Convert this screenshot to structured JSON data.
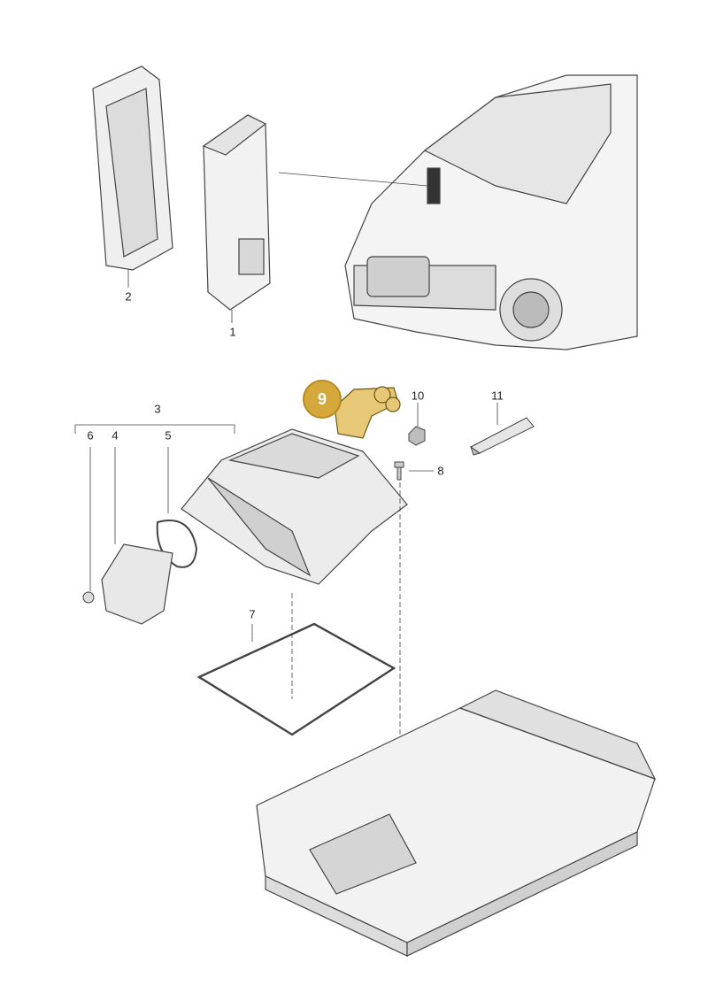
{
  "callouts": {
    "c1": "1",
    "c2": "2",
    "c3": "3",
    "c4": "4",
    "c5": "5",
    "c6": "6",
    "c7": "7",
    "c8": "8",
    "c10": "10",
    "c11": "11"
  },
  "highlight": {
    "label": "9",
    "color": "#d4a83a"
  },
  "colors": {
    "line": "#444444",
    "part_fill": "#f4f4f4",
    "part_shade": "#d9d9d9",
    "highlight_part": "#e6c877"
  }
}
